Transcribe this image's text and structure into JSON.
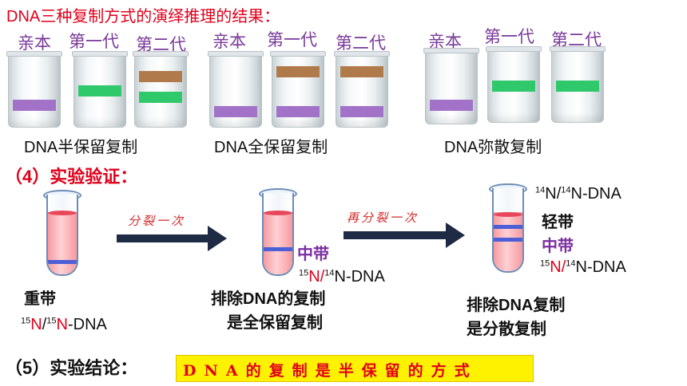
{
  "title": "DNA三种复制方式的演绎推理的结果：",
  "groups": [
    {
      "labels": [
        "亲本",
        "第一代",
        "第二代"
      ],
      "caption": "DNA半保留复制"
    },
    {
      "labels": [
        "亲本",
        "第一代",
        "第二代"
      ],
      "caption": "DNA全保留复制"
    },
    {
      "labels": [
        "亲本",
        "第一代",
        "第二代"
      ],
      "caption": "DNA弥散复制"
    }
  ],
  "colors": {
    "purple_band": "#a272c8",
    "green_band": "#2fc86a",
    "brown_band": "#b07a4a",
    "red_text": "#e0001b",
    "yellow_box": "#fff200"
  },
  "section4": "（4）实验验证：",
  "arrow1": "分裂一次",
  "arrow2": "再分裂一次",
  "tube1": {
    "label": "重带",
    "iso_a": "15",
    "n_a": "N",
    "sep": "/",
    "iso_b": "15",
    "n_b": "N",
    "suffix": "-DNA"
  },
  "tube2": {
    "band_label": "中带",
    "iso_a": "15",
    "n_a": "N/",
    "iso_b": "14",
    "suffix": "N-DNA",
    "note1": "排除DNA的复制",
    "note2": "是全保留复制"
  },
  "tube3": {
    "top_iso_a": "14",
    "top_mid": "N/",
    "top_iso_b": "14",
    "top_suffix": "N-DNA",
    "light": "轻带",
    "mid": "中带",
    "bot_iso_a": "15",
    "bot_mid": "N/",
    "bot_iso_b": "14",
    "bot_suffix": "N-DNA",
    "note1": "排除DNA复制",
    "note2": "是分散复制"
  },
  "section5": "（5）实验结论：",
  "conclusion": "DNA的复制是半保留的方式"
}
